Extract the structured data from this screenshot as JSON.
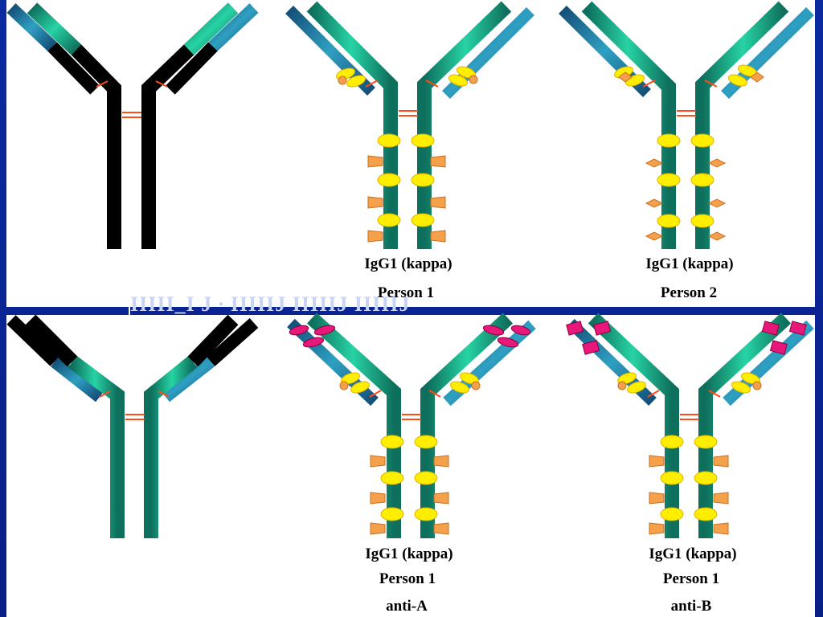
{
  "colors": {
    "background": "#0b2aa0",
    "teal_light": "#1fbf95",
    "teal_dark": "#0e6f5c",
    "blue": "#1c6f96",
    "black": "#000000",
    "yellow": "#ffee00",
    "orange": "#f5a04a",
    "pink": "#e8177a",
    "disulfide": "#ff4a1a"
  },
  "stray_text": "IIIII_I J ∙ IIIIIJ IIIIIJ IIIIIJ",
  "antibodies": [
    {
      "id": "top-1",
      "style": "black",
      "labels": []
    },
    {
      "id": "top-2",
      "style": "teal",
      "labels": [
        "IgG1 (kappa)",
        "Person 1"
      ]
    },
    {
      "id": "top-3",
      "style": "teal-diamond",
      "labels": [
        "IgG1 (kappa)",
        "Person 2"
      ]
    },
    {
      "id": "bot-1",
      "style": "black-tips",
      "labels": []
    },
    {
      "id": "bot-2",
      "style": "teal-antiA",
      "labels": [
        "IgG1 (kappa)",
        "Person 1",
        "anti-A"
      ]
    },
    {
      "id": "bot-3",
      "style": "teal-antiB",
      "labels": [
        "IgG1 (kappa)",
        "Person 1",
        "anti-B"
      ]
    }
  ]
}
